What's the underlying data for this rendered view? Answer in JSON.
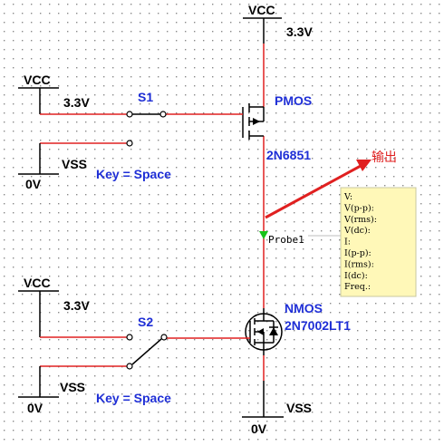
{
  "top_supply": {
    "name": "VCC",
    "value": "3.3V"
  },
  "s1": {
    "vcc_name": "VCC",
    "vcc_value": "3.3V",
    "vss_name": "VSS",
    "vss_value": "0V",
    "switch_name": "S1",
    "key": "Key = Space"
  },
  "pmos": {
    "type": "PMOS",
    "part": "2N6851"
  },
  "output_label": "输出",
  "probe": {
    "name": "Probe1",
    "readouts": [
      "V:",
      "V(p-p):",
      "V(rms):",
      "V(dc):",
      "I:",
      "I(p-p):",
      "I(rms):",
      "I(dc):",
      "Freq.:"
    ]
  },
  "s2": {
    "vcc_name": "VCC",
    "vcc_value": "3.3V",
    "vss_name": "VSS",
    "vss_value": "0V",
    "switch_name": "S2",
    "key": "Key = Space"
  },
  "nmos": {
    "type": "NMOS",
    "part": "2N7002LT1"
  },
  "bottom_supply": {
    "name": "VSS",
    "value": "0V"
  },
  "colors": {
    "wire": "#e02020",
    "label": "#1f2fd6",
    "probe_box": "#fff8b8",
    "probe_green": "#19c319"
  }
}
